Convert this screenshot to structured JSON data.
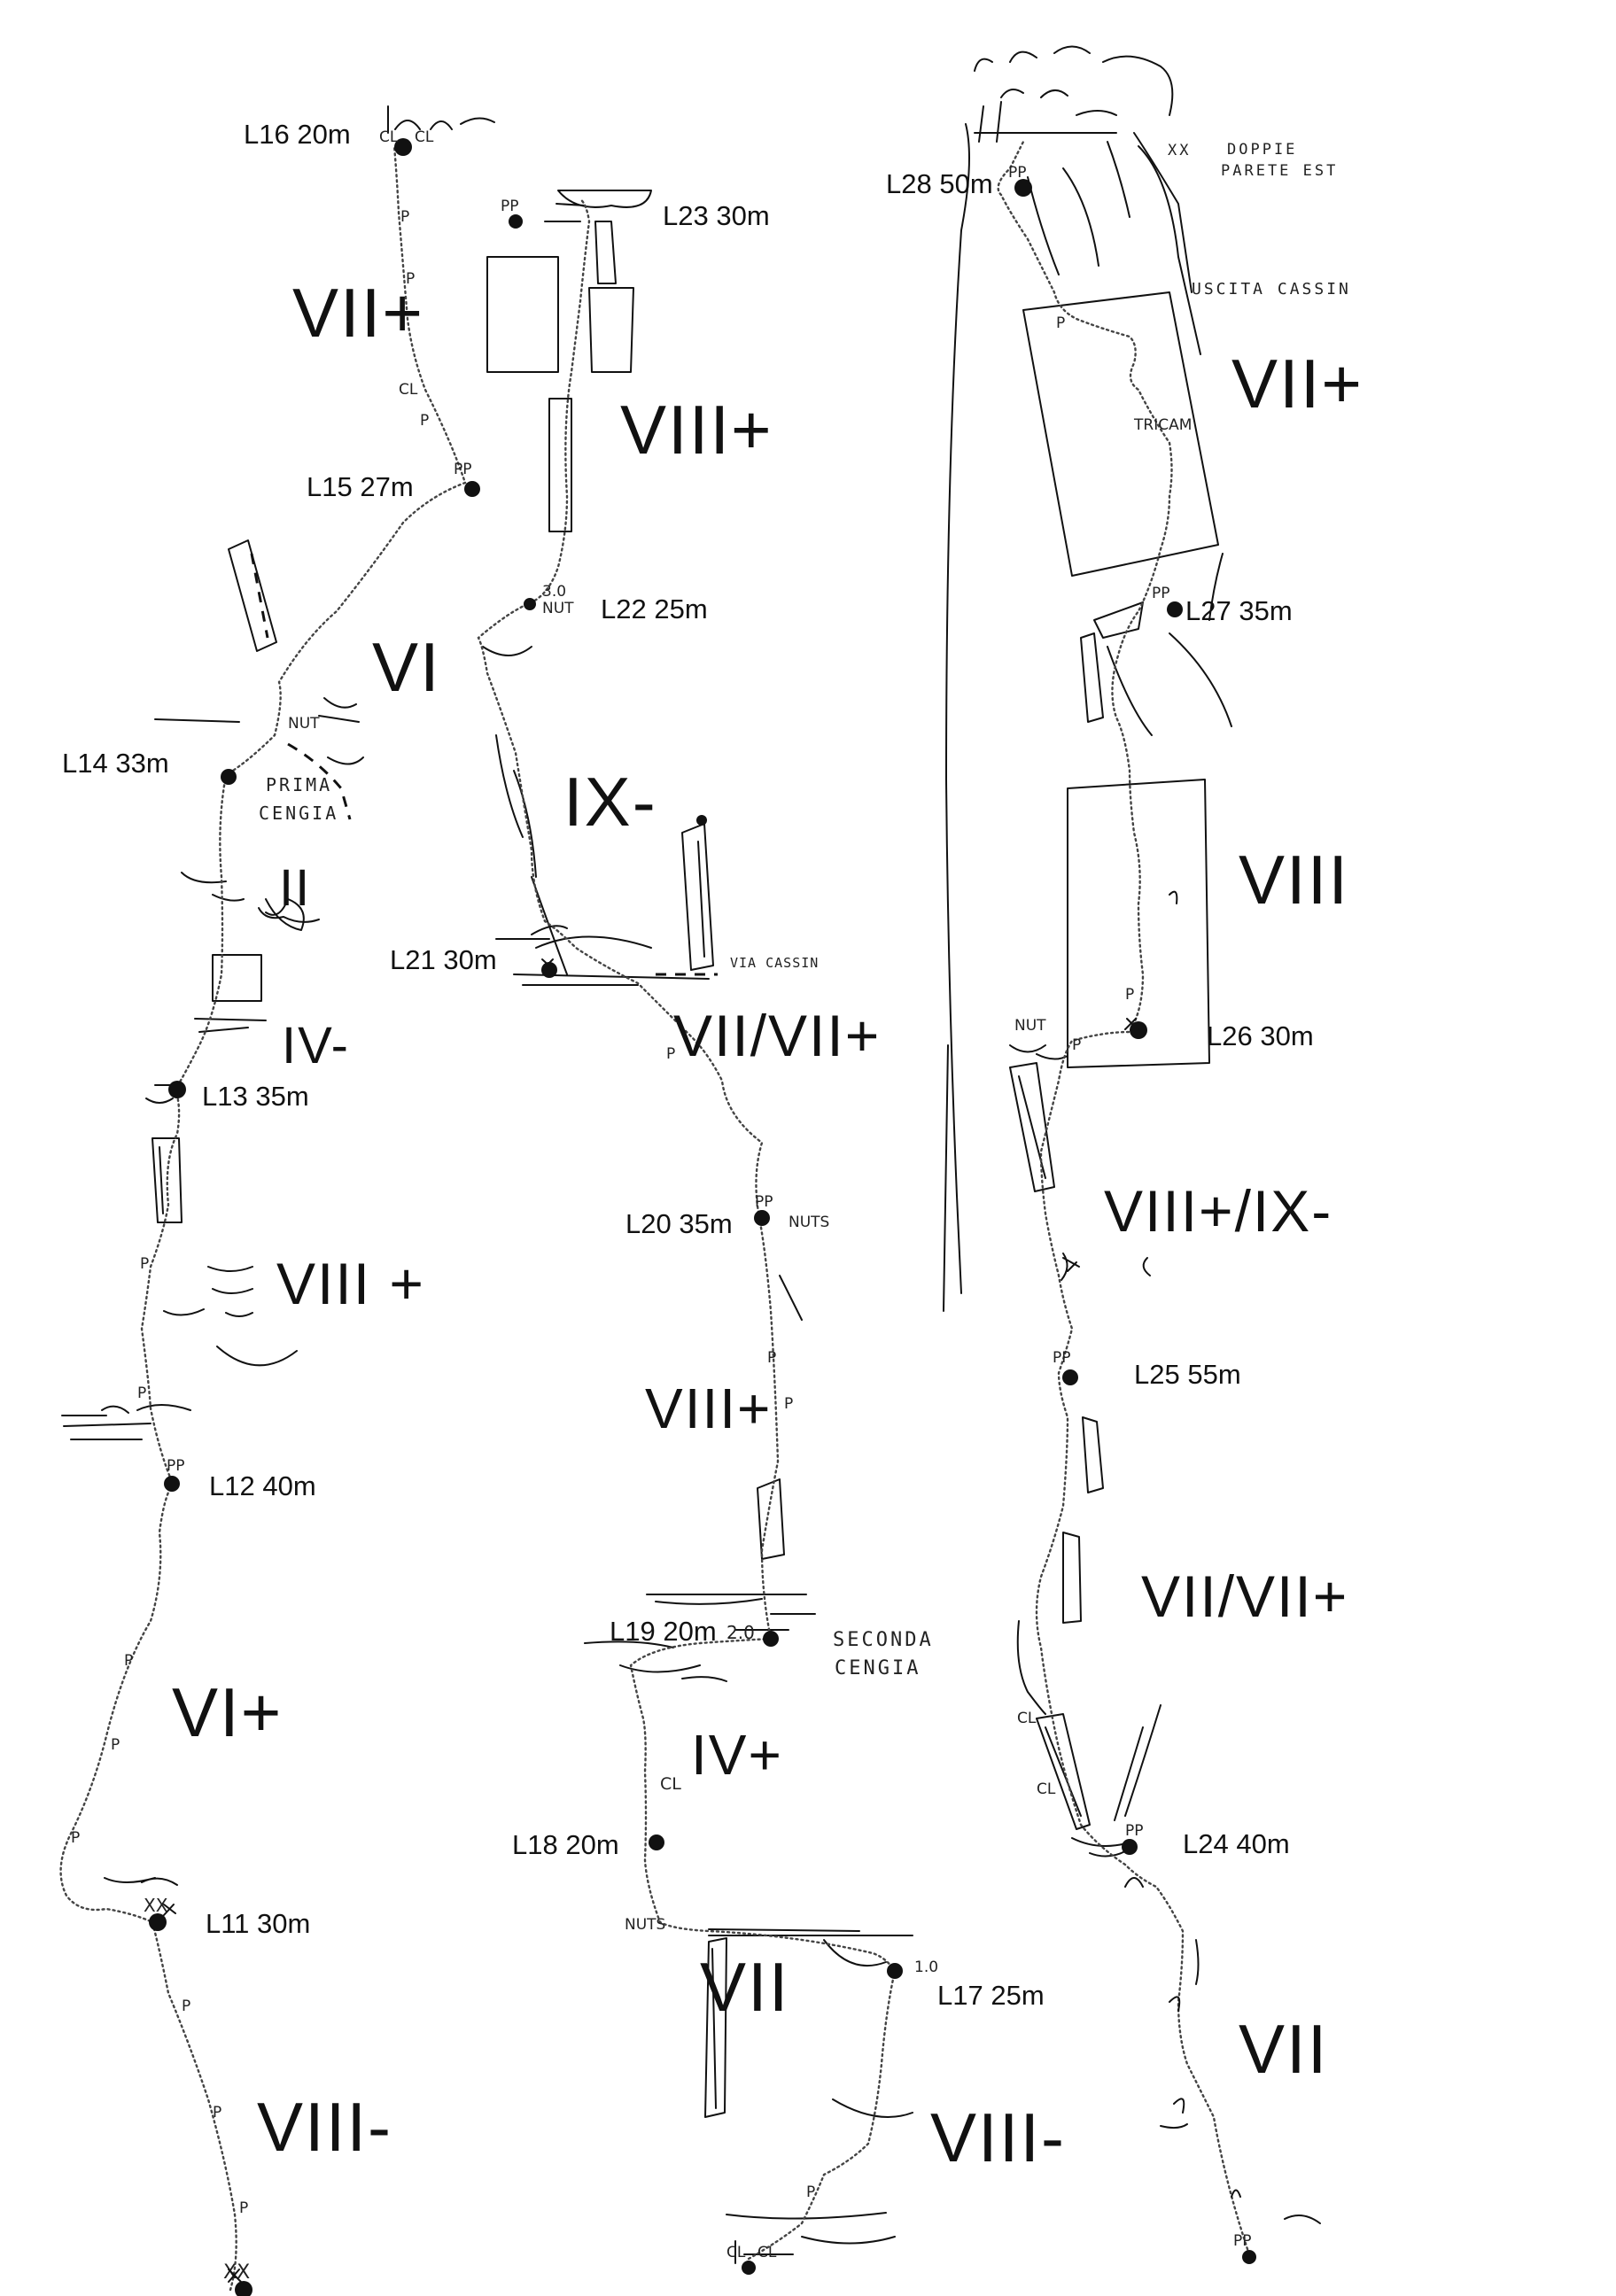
{
  "pitches": [
    {
      "id": "l11",
      "label": "L11 30m"
    },
    {
      "id": "l12",
      "label": "L12 40m"
    },
    {
      "id": "l13",
      "label": "L13 35m"
    },
    {
      "id": "l14",
      "label": "L14 33m"
    },
    {
      "id": "l15",
      "label": "L15 27m"
    },
    {
      "id": "l16",
      "label": "L16 20m"
    },
    {
      "id": "l17",
      "label": "L17 25m"
    },
    {
      "id": "l18",
      "label": "L18 20m"
    },
    {
      "id": "l19",
      "label": "L19 20m"
    },
    {
      "id": "l20",
      "label": "L20 35m"
    },
    {
      "id": "l21",
      "label": "L21 30m"
    },
    {
      "id": "l22",
      "label": "L22 25m"
    },
    {
      "id": "l23",
      "label": "L23 30m"
    },
    {
      "id": "l24",
      "label": "L24 40m"
    },
    {
      "id": "l25",
      "label": "L25 55m"
    },
    {
      "id": "l26",
      "label": "L26 30m"
    },
    {
      "id": "l27",
      "label": "L27 35m"
    },
    {
      "id": "l28",
      "label": "L28 50m"
    }
  ],
  "grades": {
    "g1": "VIII-",
    "g2": "VI+",
    "g3": "VIII +",
    "g4": "IV-",
    "g5": "II",
    "g6": "VI",
    "g7": "VII+",
    "g8": "VIII-",
    "g9": "VII",
    "g10": "IV+",
    "g11": "VIII+",
    "g12": "VII/VII+",
    "g13": "IX-",
    "g14": "VIII+",
    "g15": "VII",
    "g16": "VII/VII+",
    "g17": "VIII+/IX-",
    "g18": "VIII",
    "g19": "VII+"
  },
  "notes": {
    "prima_cengia_1": "PRIMA",
    "prima_cengia_2": "CENGIA",
    "seconda_cengia_1": "SECONDA",
    "seconda_cengia_2": "CENGIA",
    "via_cassin": "VIA CASSIN",
    "uscita_cassin": "USCITA CASSIN",
    "doppie_1": "DOPPIE",
    "doppie_2": "PARETE EST",
    "tricam": "TRICAM",
    "nut": "NUT",
    "nuts": "NUTS",
    "nut_3": "3.0",
    "cam_2": "2.0",
    "cam_1": "1.0",
    "pp": "PP",
    "cl": "CL",
    "xx": "XX",
    "p": "P"
  }
}
